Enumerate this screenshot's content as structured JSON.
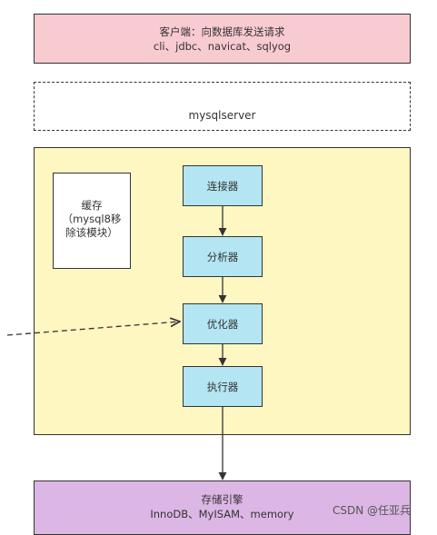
{
  "client": {
    "title": "客户端：向数据库发送请求",
    "subtitle": "cli、jdbc、navicat、sqlyog"
  },
  "server": {
    "label": "mysqlserver"
  },
  "cache": {
    "line1": "缓存",
    "line2": "（mysql8移",
    "line3": "除该模块）"
  },
  "stages": {
    "connector": "连接器",
    "analyzer": "分析器",
    "optimizer": "优化器",
    "executor": "执行器"
  },
  "engine": {
    "title": "存储引擎",
    "subtitle": "InnoDB、MyISAM、memory"
  },
  "watermark": "CSDN @任亚兵",
  "colors": {
    "client": "#f8cbd1",
    "server": "#fff7c2",
    "stage": "#b3e6f2",
    "engine": "#dcb6e4"
  }
}
